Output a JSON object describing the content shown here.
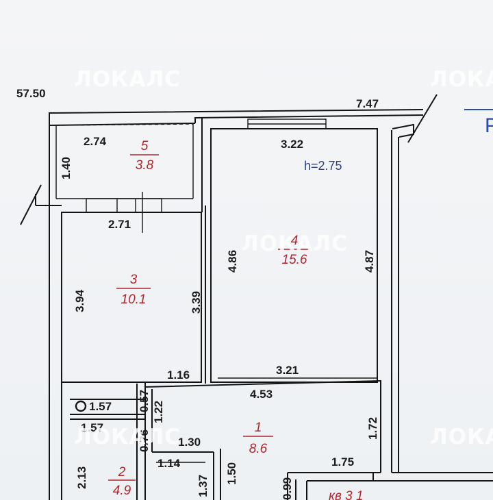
{
  "plan": {
    "elevation": "57.50",
    "ceiling_height": "h=2.75",
    "watermark": "ЛОКАЛС",
    "corner_glyph": "Р",
    "bottom_label": "кв 3 1",
    "rooms": [
      {
        "number": "5",
        "area": "3.8"
      },
      {
        "number": "4",
        "area": "15.6"
      },
      {
        "number": "3",
        "area": "10.1"
      },
      {
        "number": "1",
        "area": "8.6"
      },
      {
        "number": "2",
        "area": "4.9"
      }
    ],
    "dims": {
      "d_747": "7.47",
      "d_274": "2.74",
      "d_140": "1.40",
      "d_322": "3.22",
      "d_271": "2.71",
      "d_486": "4.86",
      "d_487": "4.87",
      "d_394": "3.94",
      "d_339": "3.39",
      "d_116": "1.16",
      "d_321": "3.21",
      "d_453": "4.53",
      "d_057": "0.57",
      "d_157a": "1.57",
      "d_122": "1.22",
      "d_172": "1.72",
      "d_157b": "1.57",
      "d_076": "0.76",
      "d_130": "1.30",
      "d_213": "2.13",
      "d_114": "1.14",
      "d_175": "1.75",
      "d_137": "1.37",
      "d_150": "1.50",
      "d_099": "0.99"
    }
  }
}
